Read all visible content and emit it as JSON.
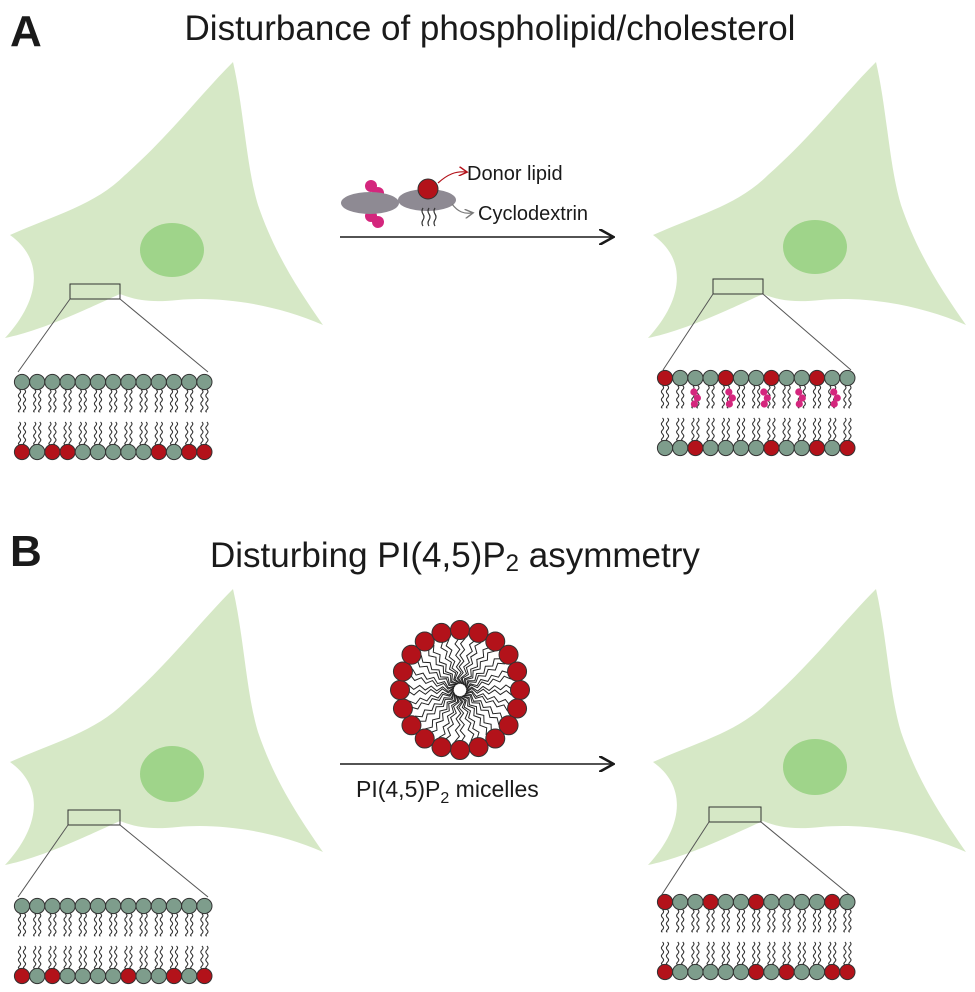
{
  "panel_a": {
    "letter": "A",
    "title": "Disturbance of phospholipid/cholesterol",
    "donor_label": "Donor lipid",
    "carrier_label": "Cyclodextrin"
  },
  "panel_b": {
    "letter": "B",
    "title_main": "Disturbing PI(4,5)P",
    "title_sub": "2",
    "title_end": " asymmetry",
    "reagent_main": "PI(4,5)P",
    "reagent_sub": "2",
    "reagent_end": " micelles"
  },
  "colors": {
    "cell": "#d6e8c6",
    "nucleus": "#9fd48a",
    "headgroup_neutral": "#7e9d8c",
    "headgroup_charged": "#b3121a",
    "donor_lipid": "#d4267d",
    "cyclodextrin": "#8e8a93"
  },
  "bilayers": {
    "a_before": {
      "top": "ggggggggggggg",
      "bottom": "rgrrgggggrgrr"
    },
    "a_after": {
      "top": "rgggrggrggrgg",
      "bottom": "ggrggggrggrgr",
      "inserted_donor_lipids": 5
    },
    "b_before": {
      "top": "ggggggggggggg",
      "bottom": "rgrggggrggrgr"
    },
    "b_after": {
      "top": "rggrggrggggrg",
      "bottom": "rgggggrgrggrr"
    }
  },
  "micelle_headgroups": 20
}
